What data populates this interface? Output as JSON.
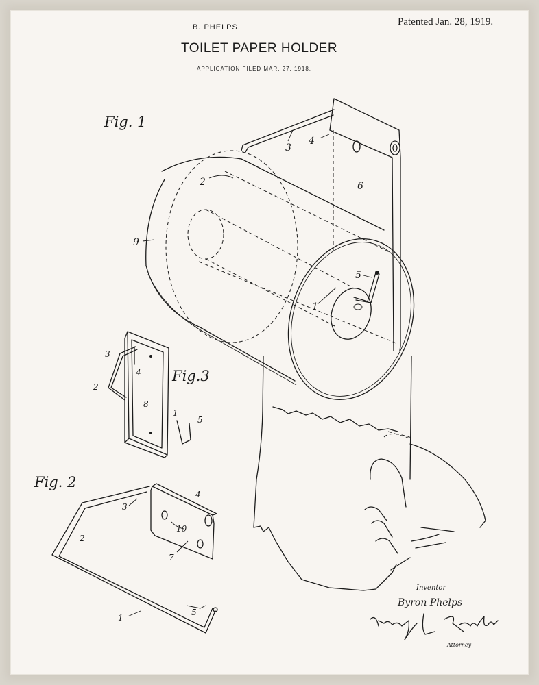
{
  "header": {
    "inventor": "B. PHELPS.",
    "title": "TOILET PAPER HOLDER",
    "application": "APPLICATION FILED MAR. 27, 1918.",
    "patented": "Patented Jan. 28, 1919."
  },
  "figures": {
    "fig1": "Fig. 1",
    "fig2": "Fig. 2",
    "fig3": "Fig.3"
  },
  "labels": {
    "fig1": [
      "1",
      "2",
      "3",
      "4",
      "5",
      "6",
      "9"
    ],
    "fig2": [
      "1",
      "2",
      "3",
      "4",
      "5",
      "7",
      "10"
    ],
    "fig3": [
      "1",
      "2",
      "3",
      "4",
      "5",
      "8"
    ]
  },
  "footer": {
    "inventor_label": "Inventor",
    "signature": "Byron Phelps",
    "attorney_signature": "Henry L. Reynolds",
    "attorney_label": "Attorney"
  }
}
